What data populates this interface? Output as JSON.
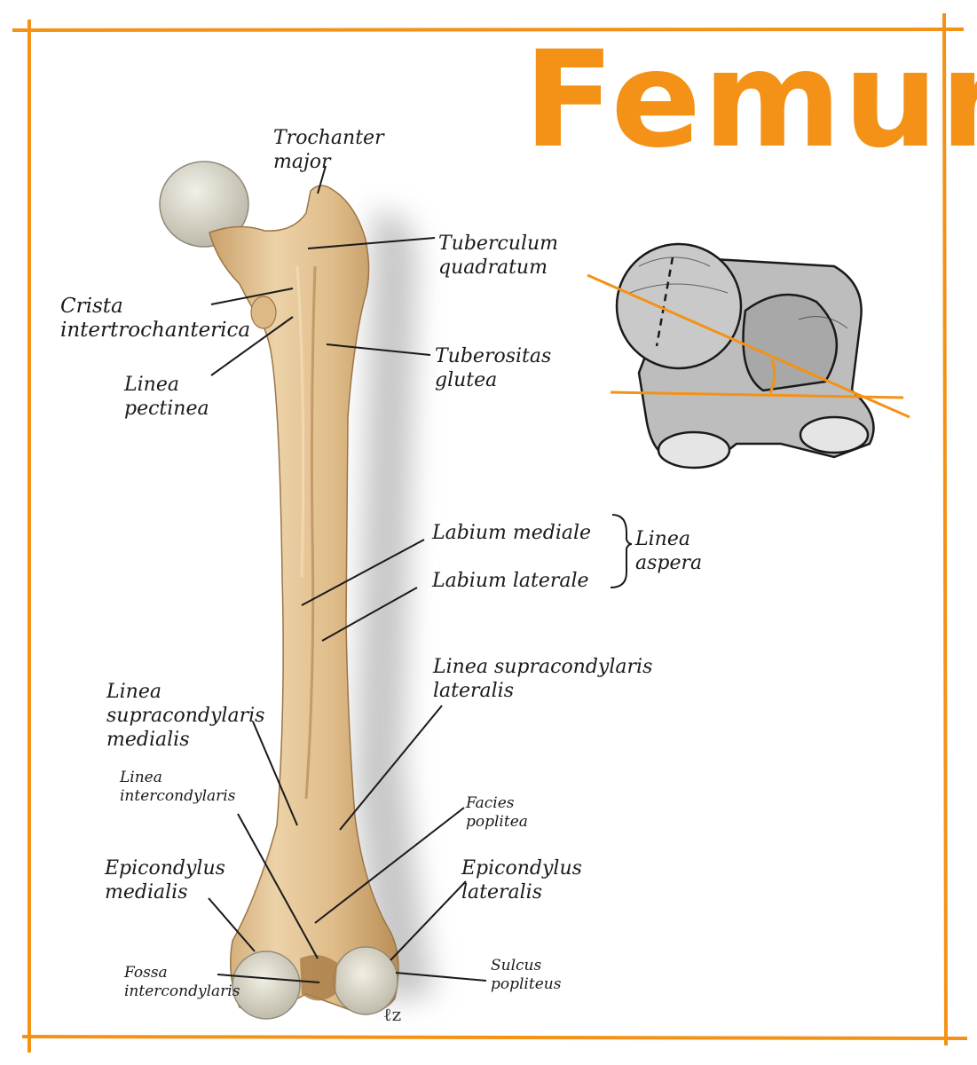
{
  "title": "Femur",
  "colors": {
    "frame": "#f39217",
    "title": "#f39217",
    "bone": "#e2c396",
    "bone_shadow": "#c69b63",
    "cartilage": "#e6e3d6",
    "ink": "#1a1a1a",
    "angle_lines": "#f39217"
  },
  "labels": {
    "trochanter_major": "Trochanter\nmajor",
    "tuberculum_quadratum": "Tuberculum\nquadratum",
    "crista_intertrochanterica": "Crista\nintertrochanterica",
    "linea_pectinea": "Linea\npectinea",
    "tuberositas_glutea": "Tuberositas\nglutea",
    "labium_mediale": "Labium mediale",
    "labium_laterale": "Labium laterale",
    "linea_aspera": "Linea\naspera",
    "linea_supracondylaris_lateralis": "Linea supracondylaris\nlateralis",
    "linea_supracondylaris_medialis": "Linea\nsupracondylaris\nmedialis",
    "linea_intercondylaris": "Linea\nintercondylaris",
    "facies_poplitea": "Facies\npoplitea",
    "epicondylus_medialis": "Epicondylus\nmedialis",
    "epicondylus_lateralis": "Epicondylus\nlateralis",
    "fossa_intercondylaris": "Fossa\nintercondylaris",
    "sulcus_popliteus": "Sulcus\npopliteus"
  }
}
